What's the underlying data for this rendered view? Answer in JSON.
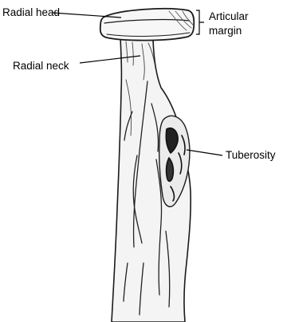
{
  "labels": {
    "radial_head": "Radial head",
    "articular_margin_line1": "Articular",
    "articular_margin_line2": "margin",
    "radial_neck": "Radial neck",
    "tuberosity": "Tuberosity"
  }
}
